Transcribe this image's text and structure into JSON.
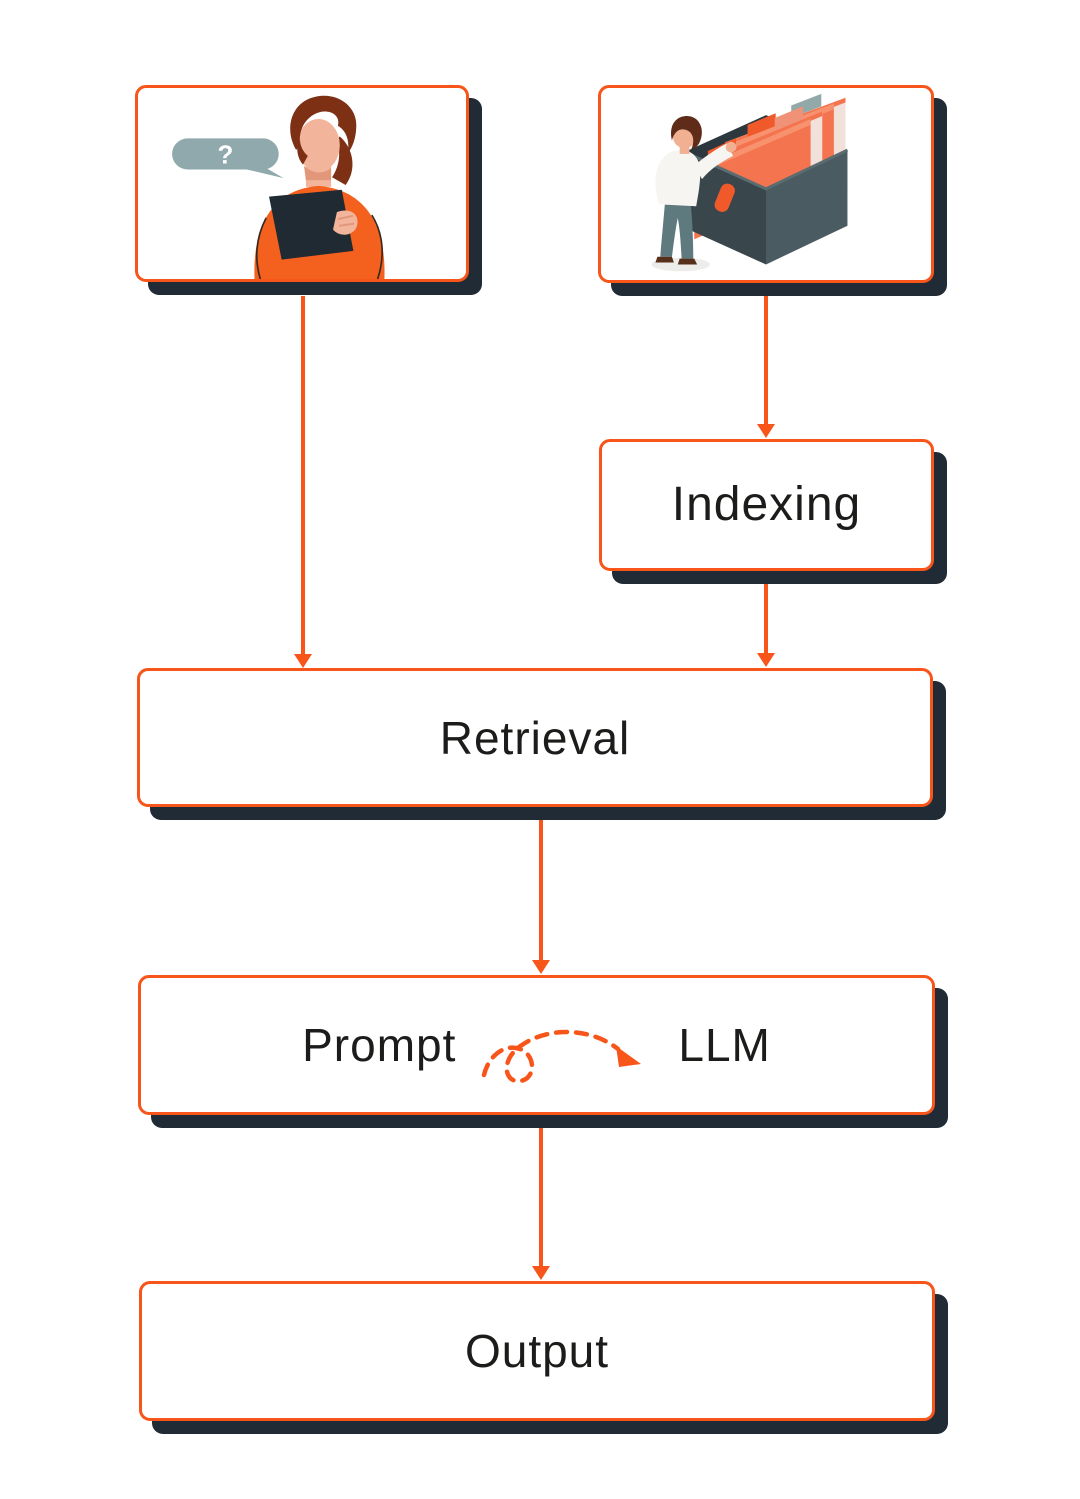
{
  "diagram": {
    "type": "flowchart",
    "background": "#FFFFFF",
    "colors": {
      "accent_orange": "#F8551A",
      "shadow_dark": "#212B35",
      "label_text": "#1C1C1A",
      "speech_bubble_gray": "#8FA9AD",
      "illustration_orange": "#F4601E",
      "illustration_dark_box": "#3A4A4F",
      "illustration_teal_gray": "#5E7A7F"
    },
    "nodes": {
      "indexing": {
        "label": "Indexing"
      },
      "retrieval": {
        "label": "Retrieval"
      },
      "prompt": {
        "label": "Prompt"
      },
      "llm": {
        "label": "LLM"
      },
      "output": {
        "label": "Output"
      }
    },
    "illustrations": {
      "user_question": {
        "icon": "question-person-illustration",
        "bubble_text": "?"
      },
      "document_index": {
        "icon": "file-box-illustration"
      }
    },
    "connections": [
      {
        "from": "user-question-card",
        "to": "retrieval",
        "style": "solid-arrow"
      },
      {
        "from": "file-box-card",
        "to": "indexing",
        "style": "solid-arrow"
      },
      {
        "from": "indexing",
        "to": "retrieval",
        "style": "solid-arrow"
      },
      {
        "from": "retrieval",
        "to": "prompt-llm",
        "style": "solid-arrow"
      },
      {
        "from": "prompt",
        "to": "llm",
        "style": "dashed-curl-arrow"
      },
      {
        "from": "prompt-llm",
        "to": "output",
        "style": "solid-arrow"
      }
    ]
  }
}
